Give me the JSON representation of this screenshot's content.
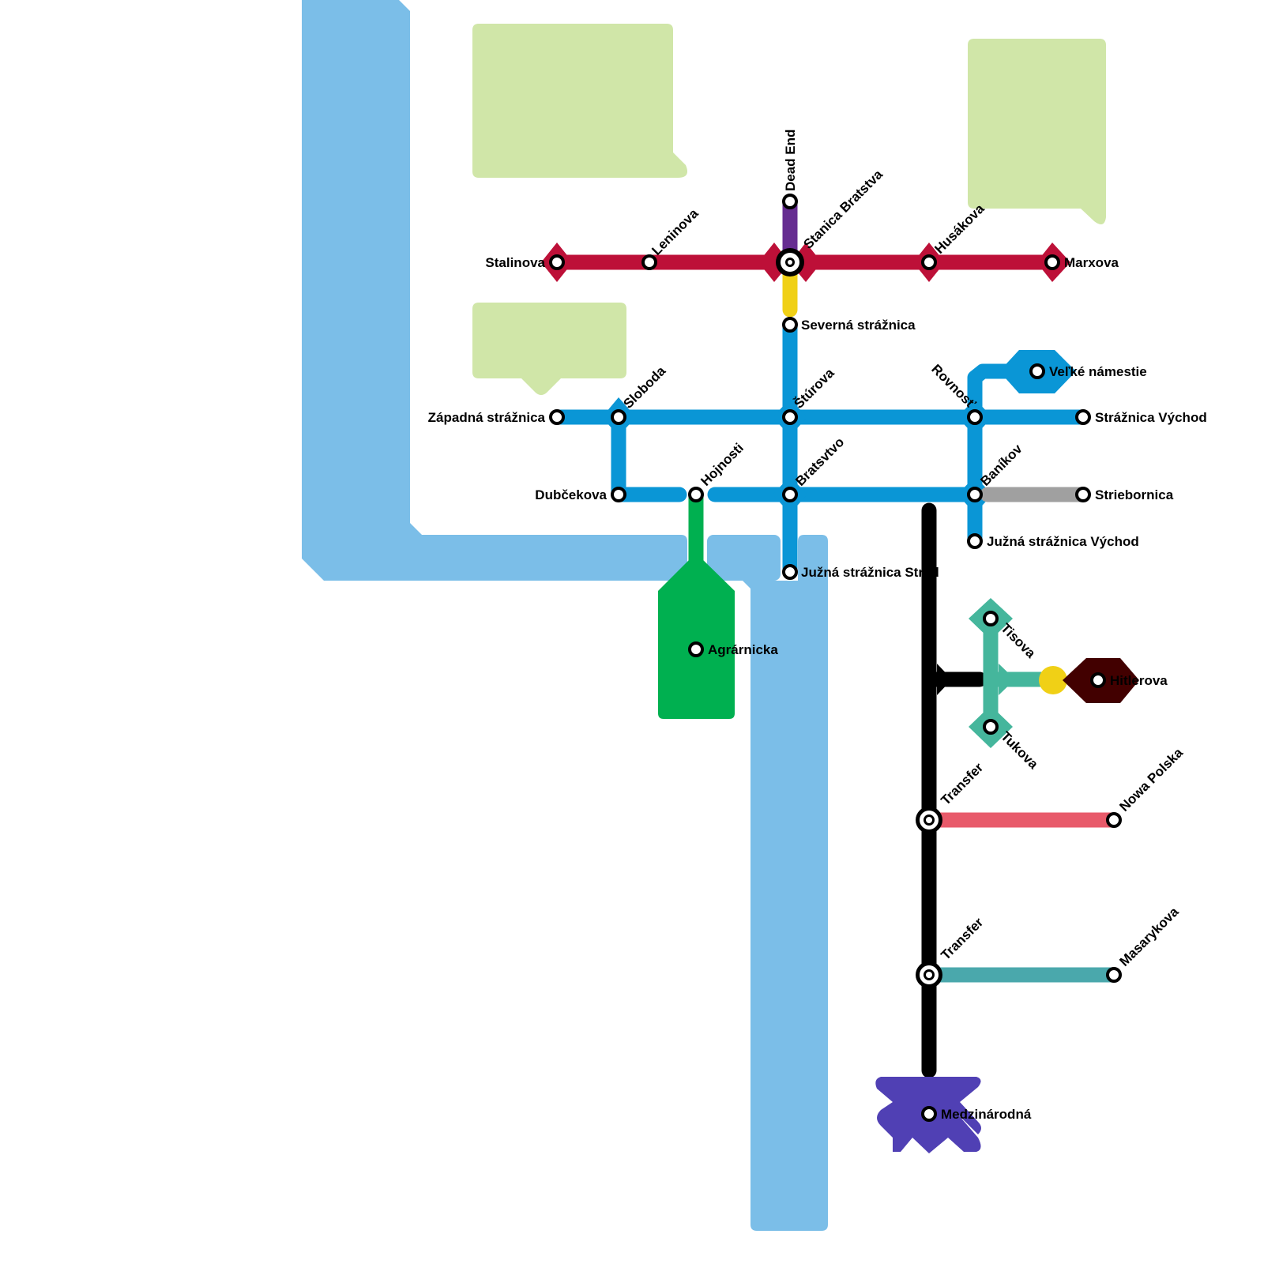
{
  "colors": {
    "water": "#7bbee8",
    "park": "#d0e6a8",
    "red": "#bd1038",
    "purple": "#662d91",
    "yellow": "#f0d016",
    "blue": "#0a96d6",
    "gray": "#a0a0a0",
    "green": "#00b050",
    "black": "#000000",
    "mint": "#45b69c",
    "maroon": "#420000",
    "pink": "#e85a6a",
    "teal": "#4aa8ac",
    "violet": "#5040b4"
  },
  "stations": {
    "stalinova": "Stalinova",
    "leninova": "Leninova",
    "stanica_bratstva": "Stanica Bratstva",
    "husakova": "Husákova",
    "marxova": "Marxova",
    "dead_end": "Dead End",
    "severna": "Severná strážnica",
    "zapadna": "Západná strážnica",
    "sloboda": "Sloboda",
    "sturova": "Štúrova",
    "rovnost": "Rovnosť",
    "straznica_vychod": "Strážnica Východ",
    "velke_namestie": "Veľké námestie",
    "dubcekova": "Dubčekova",
    "hojnosti": "Hojnosti",
    "bratsvtvo": "Bratsvtvo",
    "banikov": "Baníkov",
    "striebornica": "Striebornica",
    "juzna_vychod": "Južná strážnica Východ",
    "juzna_stred": "Južná strážnica Stred",
    "agrarnicka": "Agrárnicka",
    "tisova": "Tisova",
    "tukova": "Tukova",
    "hitlerova": "Hitlerova",
    "transfer1": "Transfer",
    "nowa_polska": "Nowa Polska",
    "transfer2": "Transfer",
    "masarykova": "Masarykova",
    "medzinarodna": "Medzinárodná"
  }
}
